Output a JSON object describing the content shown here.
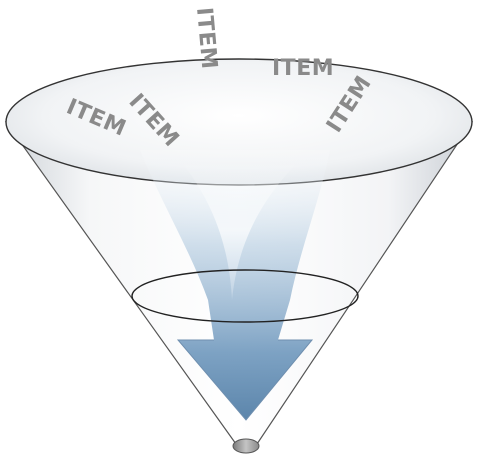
{
  "diagram": {
    "type": "funnel",
    "items": [
      {
        "id": "item-1",
        "label": "ITEM"
      },
      {
        "id": "item-2",
        "label": "ITEM"
      },
      {
        "id": "item-3",
        "label": "ITEM"
      },
      {
        "id": "item-4",
        "label": "ITEM"
      },
      {
        "id": "item-5",
        "label": "ITEM"
      }
    ],
    "colors": {
      "funnel_outline": "#333333",
      "funnel_fill": "#eef1f4",
      "arrow_top": "#f4f7fa",
      "arrow_bottom": "#4f7fa8",
      "label": "#8a8a8a",
      "spout": "#9a9a9a"
    },
    "icons": [
      "funnel-icon",
      "down-arrow-icon"
    ]
  }
}
